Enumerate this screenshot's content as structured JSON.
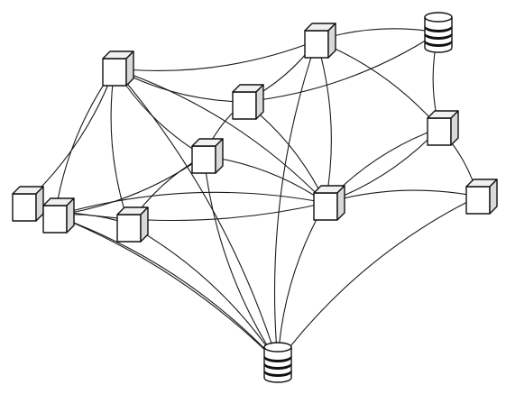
{
  "diagram": {
    "type": "network-topology",
    "nodes": [
      {
        "id": "db-top-right",
        "kind": "database"
      },
      {
        "id": "db-bottom",
        "kind": "database"
      },
      {
        "id": "server-a",
        "kind": "server"
      },
      {
        "id": "server-b",
        "kind": "server"
      },
      {
        "id": "server-c",
        "kind": "server"
      },
      {
        "id": "server-d",
        "kind": "server"
      },
      {
        "id": "server-e",
        "kind": "server"
      },
      {
        "id": "server-f",
        "kind": "server"
      },
      {
        "id": "server-g",
        "kind": "server"
      },
      {
        "id": "server-h",
        "kind": "server"
      },
      {
        "id": "server-i",
        "kind": "server"
      },
      {
        "id": "server-j",
        "kind": "server"
      },
      {
        "id": "server-k",
        "kind": "server"
      }
    ],
    "edges": [
      [
        "server-a",
        "server-b"
      ],
      [
        "server-b",
        "db-top-right"
      ],
      [
        "server-a",
        "server-c"
      ],
      [
        "server-b",
        "server-c"
      ],
      [
        "server-c",
        "db-top-right"
      ],
      [
        "server-b",
        "server-d"
      ],
      [
        "db-top-right",
        "server-d"
      ],
      [
        "server-d",
        "server-e"
      ],
      [
        "server-a",
        "server-f"
      ],
      [
        "server-a",
        "server-g"
      ],
      [
        "server-a",
        "server-h"
      ],
      [
        "server-a",
        "server-i"
      ],
      [
        "server-a",
        "server-j"
      ],
      [
        "server-a",
        "db-bottom"
      ],
      [
        "server-f",
        "server-j"
      ],
      [
        "server-f",
        "server-i"
      ],
      [
        "server-f",
        "db-bottom"
      ],
      [
        "server-f",
        "server-h"
      ],
      [
        "server-g",
        "server-h"
      ],
      [
        "server-g",
        "db-bottom"
      ],
      [
        "server-i",
        "server-h"
      ],
      [
        "server-i",
        "server-g"
      ],
      [
        "server-i",
        "server-e"
      ],
      [
        "server-i",
        "server-k"
      ],
      [
        "server-i",
        "db-bottom"
      ],
      [
        "server-j",
        "db-bottom"
      ],
      [
        "server-j",
        "server-h"
      ],
      [
        "server-b",
        "server-i"
      ],
      [
        "server-b",
        "db-bottom"
      ],
      [
        "server-c",
        "server-i"
      ],
      [
        "server-c",
        "server-f"
      ],
      [
        "server-e",
        "server-k"
      ],
      [
        "server-k",
        "db-bottom"
      ],
      [
        "server-h",
        "db-bottom"
      ],
      [
        "server-d",
        "server-i"
      ]
    ]
  }
}
